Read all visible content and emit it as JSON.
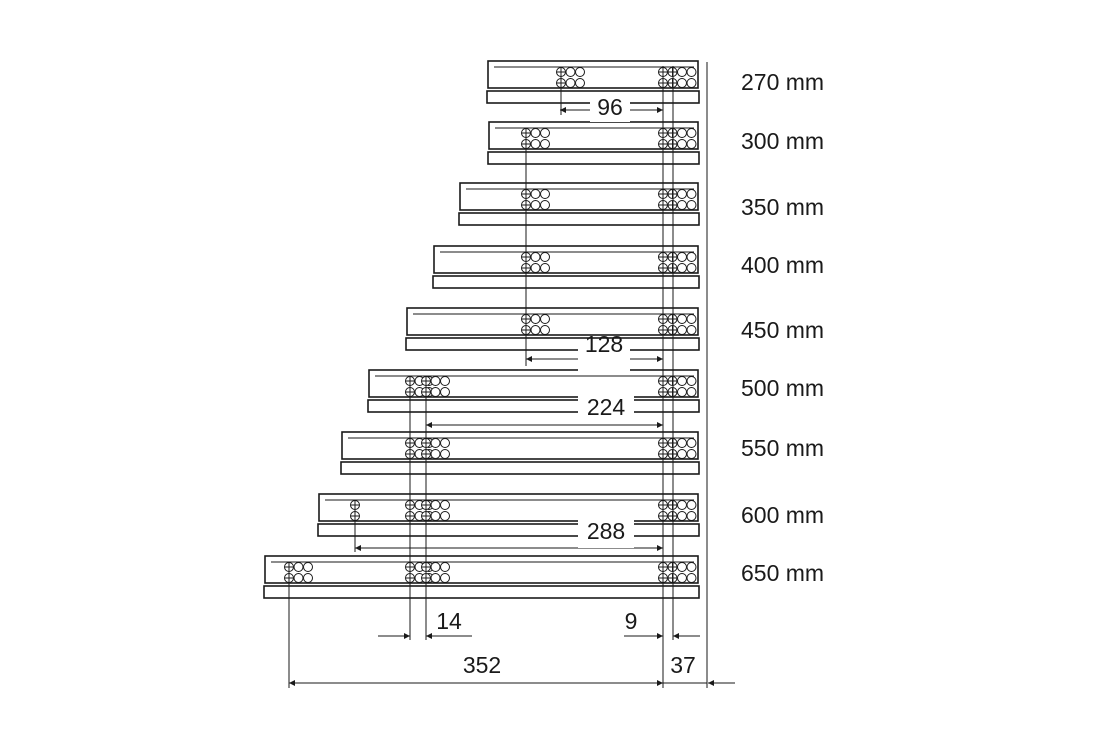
{
  "diagram": {
    "rail_lengths": [
      "270 mm",
      "300 mm",
      "350 mm",
      "400 mm",
      "450 mm",
      "500 mm",
      "550 mm",
      "600 mm",
      "650 mm"
    ],
    "dimensions": {
      "d96": "96",
      "d128": "128",
      "d224": "224",
      "d288": "288",
      "d14": "14",
      "d9": "9",
      "d352": "352",
      "d37": "37"
    },
    "colors": {
      "line": "#1a1a1a",
      "background": "#ffffff"
    }
  }
}
